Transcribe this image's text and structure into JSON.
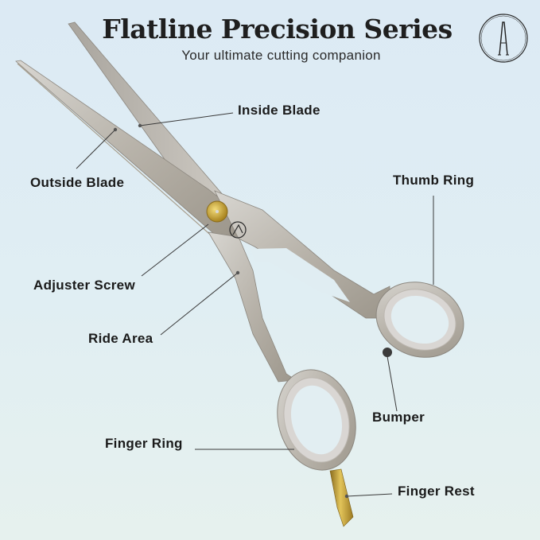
{
  "header": {
    "title": "Flatline Precision Series",
    "subtitle": "Your ultimate cutting companion",
    "logo_icon": "monogram-A-circle-logo"
  },
  "product": {
    "name": "Hair cutting scissors",
    "colors": {
      "steel": "#b9b5ad",
      "steel_dark": "#8f8a80",
      "gold": "#c9a53a",
      "background_top": "#dceaf4",
      "background_bottom": "#e6f1ee"
    }
  },
  "callouts": [
    {
      "id": "inside-blade",
      "label": "Inside Blade"
    },
    {
      "id": "outside-blade",
      "label": "Outside Blade"
    },
    {
      "id": "thumb-ring",
      "label": "Thumb Ring"
    },
    {
      "id": "adjuster-screw",
      "label": "Adjuster Screw"
    },
    {
      "id": "ride-area",
      "label": "Ride Area"
    },
    {
      "id": "bumper",
      "label": "Bumper"
    },
    {
      "id": "finger-ring",
      "label": "Finger Ring"
    },
    {
      "id": "finger-rest",
      "label": "Finger Rest"
    }
  ]
}
